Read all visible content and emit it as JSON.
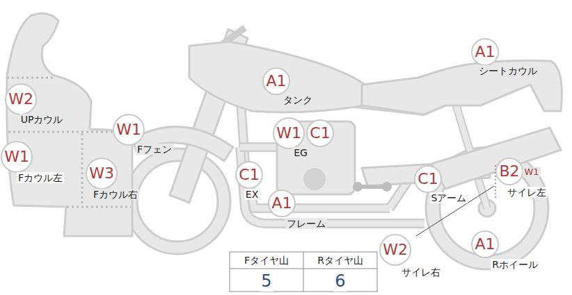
{
  "diagram": {
    "nodes": [
      {
        "text": [
          "A1"
        ]
      },
      {
        "text": [
          "A1"
        ]
      },
      {
        "text": [
          "W2"
        ]
      },
      {
        "text": [
          "W1"
        ]
      },
      {
        "text": [
          "W1"
        ]
      },
      {
        "text": [
          "C1"
        ]
      },
      {
        "text": [
          "W1"
        ]
      },
      {
        "text": [
          "W3"
        ]
      },
      {
        "text": [
          "C1"
        ]
      },
      {
        "text": [
          "C1"
        ]
      },
      {
        "text": [
          "B2"
        ]
      },
      {
        "text": [
          "A1"
        ]
      },
      {
        "text": [
          "W2"
        ]
      },
      {
        "text": [
          "A1"
        ]
      }
    ],
    "labels": [
      "シートカウル",
      "タンク",
      "UPカウル",
      "Fフェン",
      "EG",
      "Fカウル左",
      "W1",
      "サイレ左",
      "Fカウル右",
      "EX",
      "Sアーム",
      "フレーム",
      "サイレ右",
      "Rホイール",
      "Fタイヤ山",
      "Rタイヤ山",
      "5",
      "6"
    ]
  }
}
